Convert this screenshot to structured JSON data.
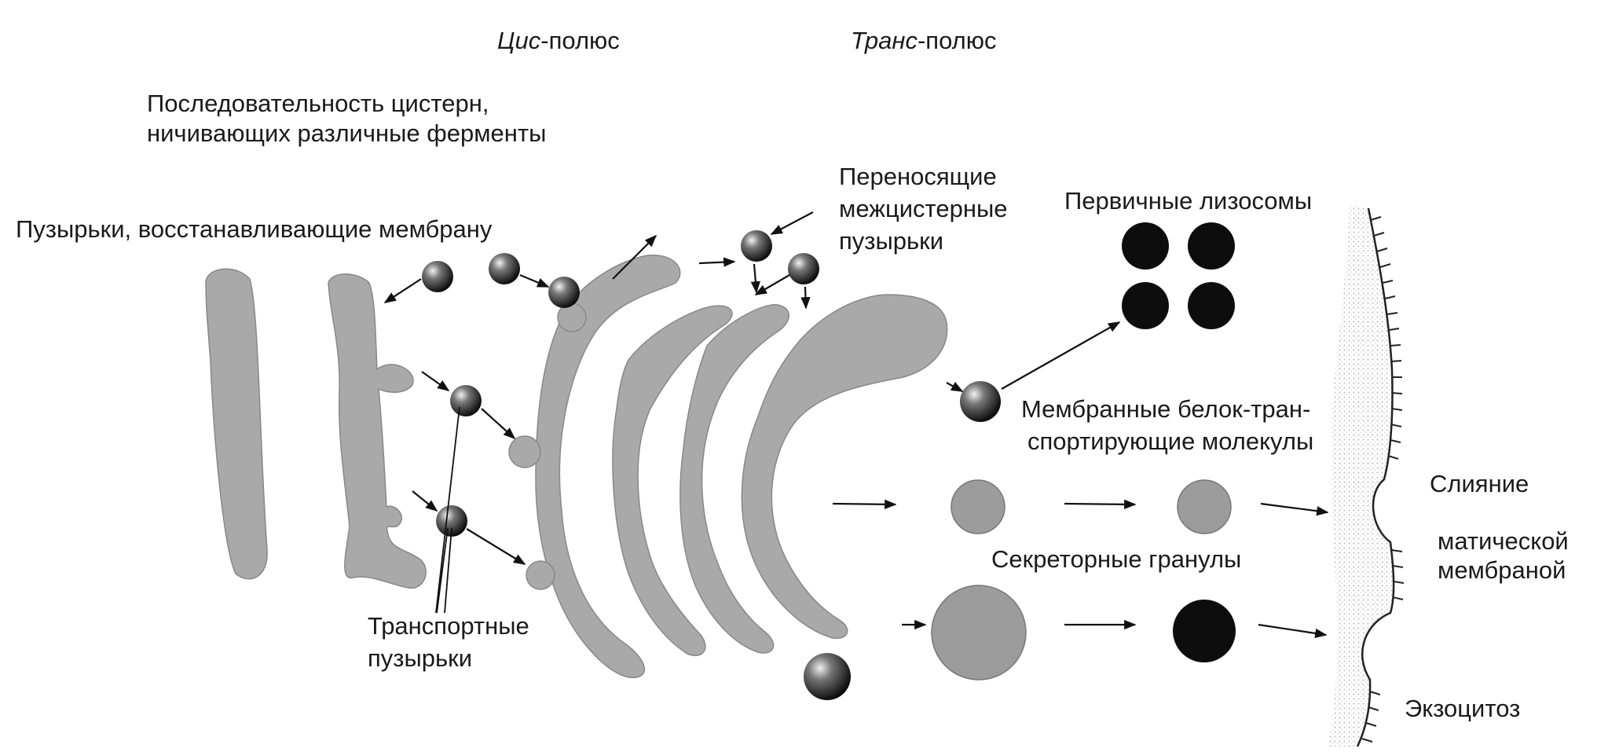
{
  "labels": {
    "cis_pole": {
      "italic": "Цис",
      "rest": "-полюс"
    },
    "trans_pole": {
      "italic": "Транс",
      "rest": "-полюс"
    },
    "cisterns_line1": "Последовательность цистерн,",
    "cisterns_line2": "ничивающих различные ферменты",
    "recycling_vesicles": "Пузырьки, восстанавливающие мембрану",
    "intercisternal_line1": "Переносящие",
    "intercisternal_line2": "межцистерные",
    "intercisternal_line3": "пузырьки",
    "primary_lysosomes": "Первичные лизосомы",
    "membrane_transport_line1": "Мембранные белок-тран-",
    "membrane_transport_line2": "спортирующие молекулы",
    "fusion": "Слияние",
    "plasma_line1": "матической",
    "plasma_line2": "мембраной",
    "secretory_granules": "Секреторные гранулы",
    "transport_line1": "Транспортные",
    "transport_line2": "пузырьки",
    "exocytosis": "Экзоцитоз"
  },
  "colors": {
    "cisterna": "#a9a9a9",
    "dark_granule": "#0d0d0d",
    "grey_granule": "#9c9c9c",
    "vesicle_dark": "#111111",
    "membrane_stipple": "#c8c8c8"
  }
}
